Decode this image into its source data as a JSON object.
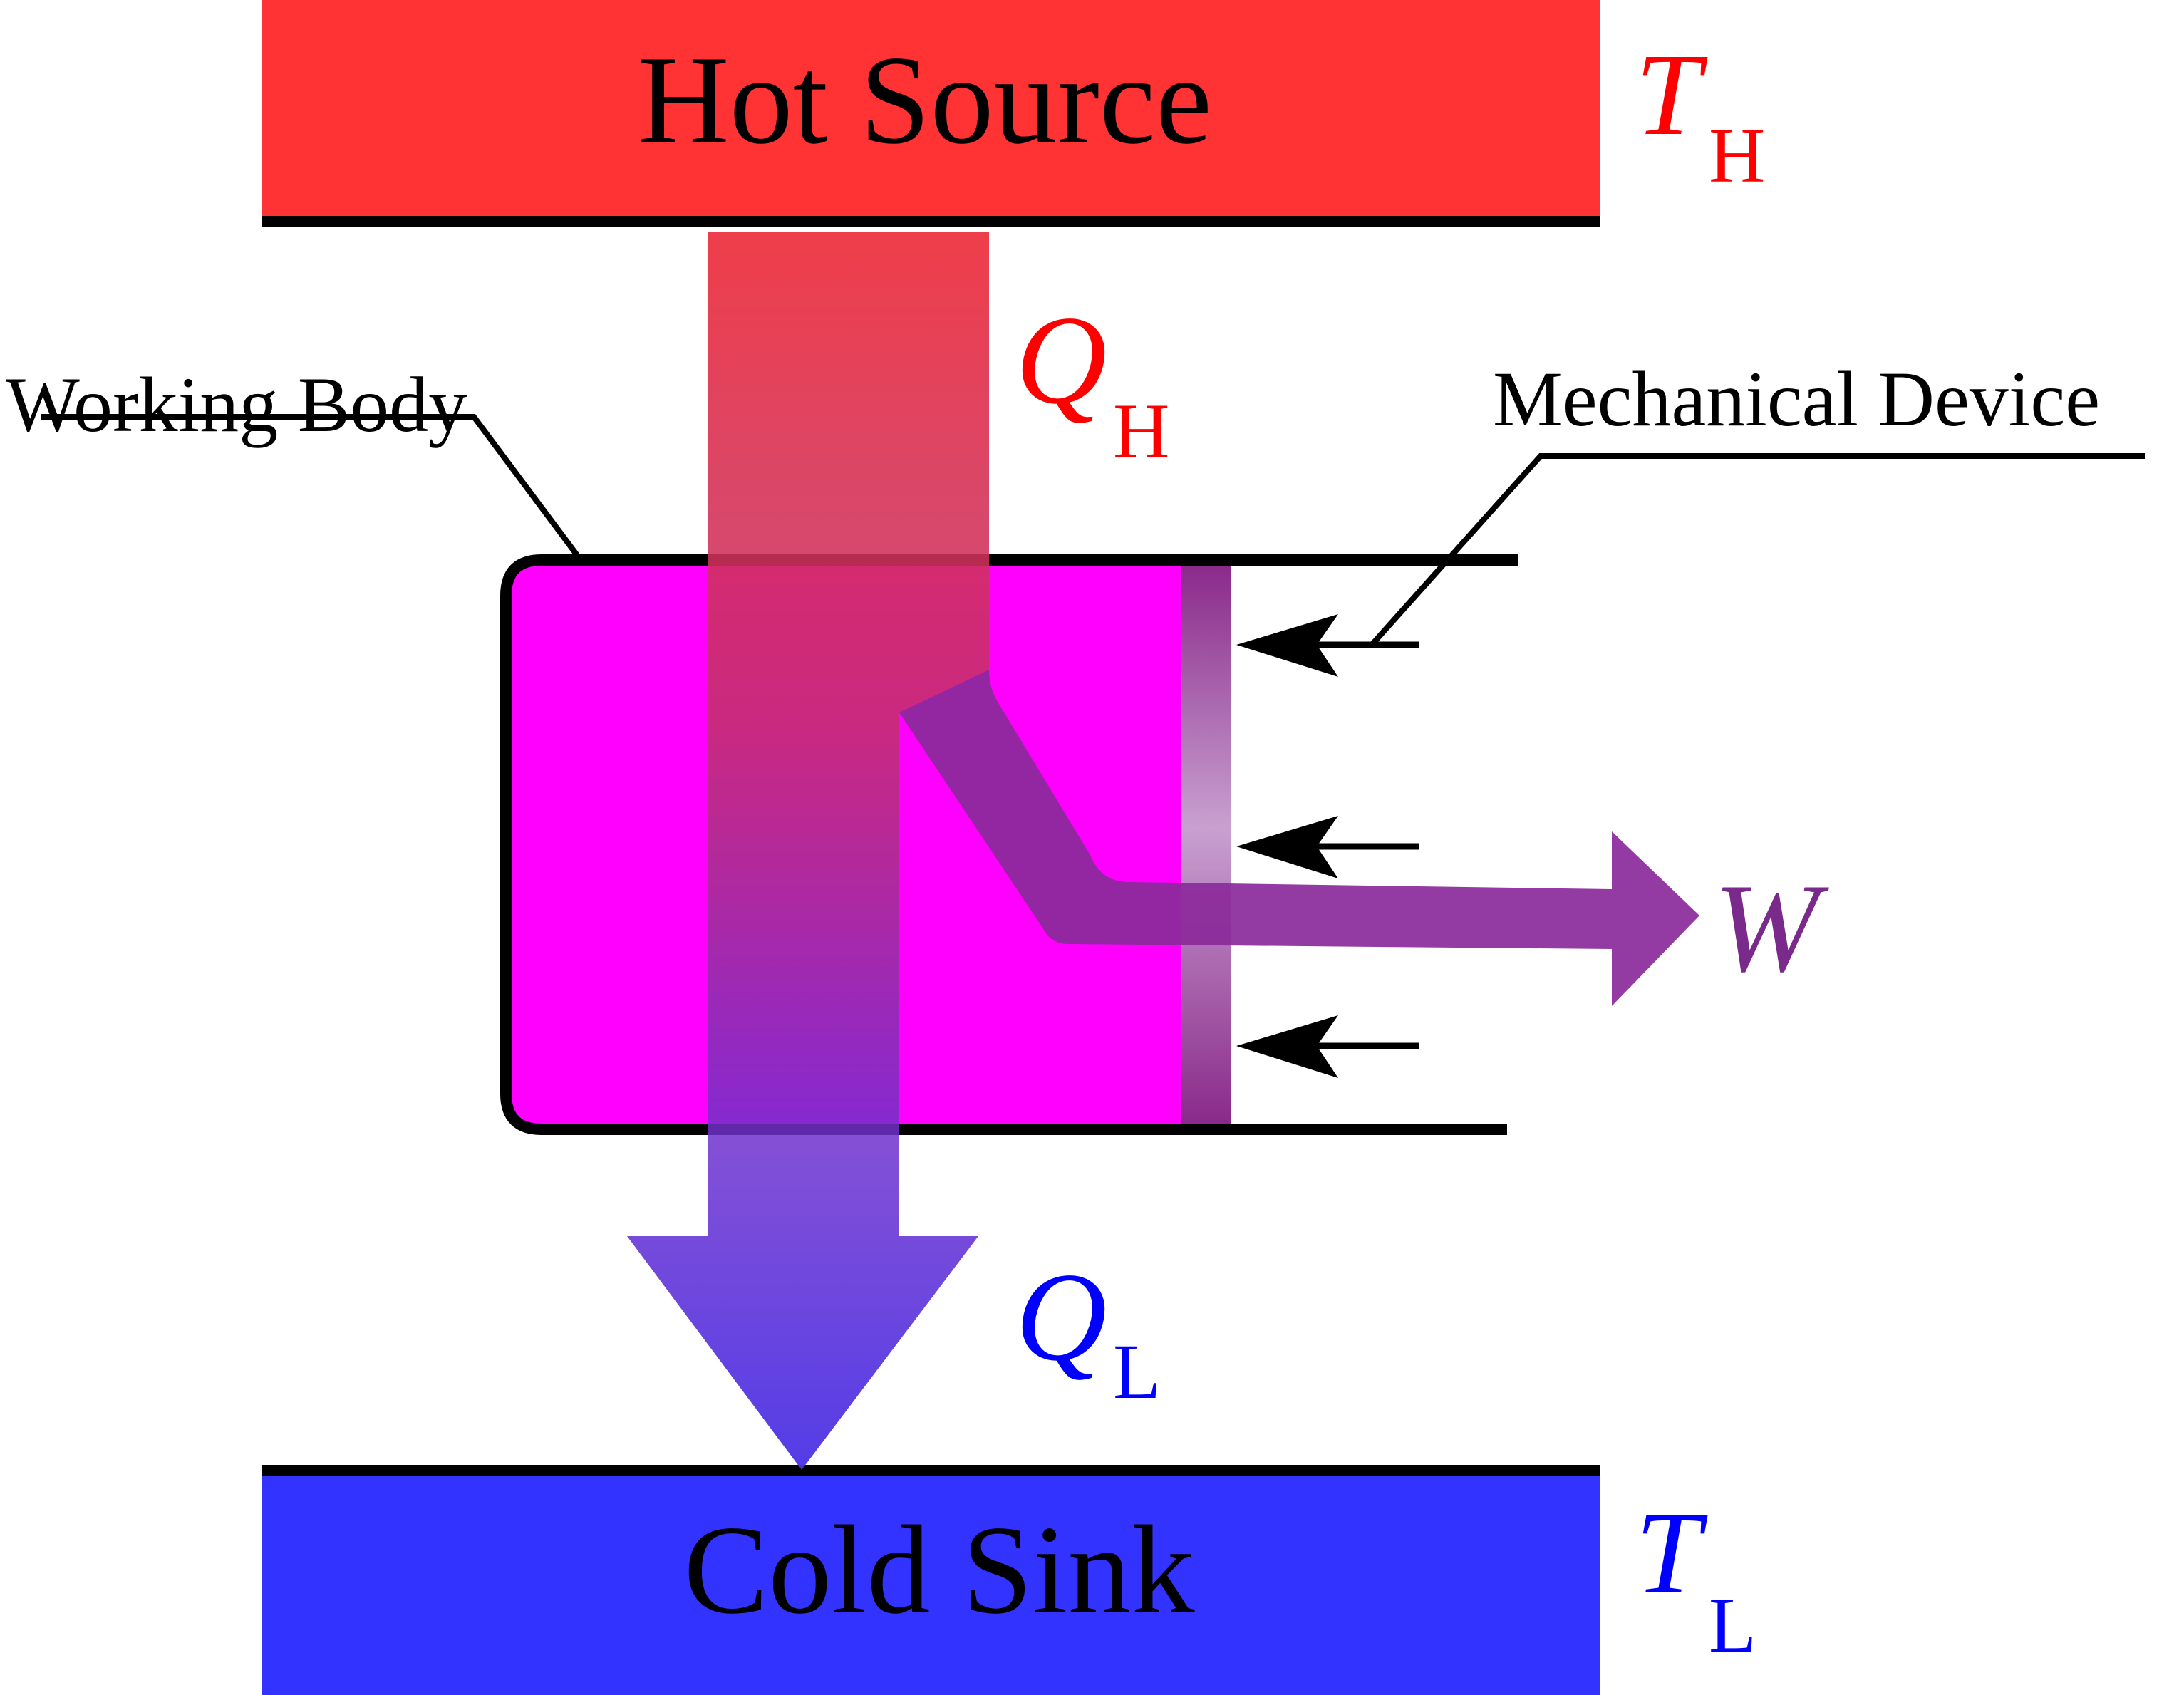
{
  "hot_source": {
    "label": "Hot Source",
    "color": "#ff3333"
  },
  "cold_sink": {
    "label": "Cold Sink",
    "color": "#3333ff"
  },
  "working_body": {
    "label": "Working Body",
    "fill": "#ff00ff"
  },
  "mechanical_device": {
    "label": "Mechanical Device"
  },
  "symbols": {
    "t_hot": {
      "main": "T",
      "sub": "H",
      "color": "#ff0000"
    },
    "t_cold": {
      "main": "T",
      "sub": "L",
      "color": "#0000ff"
    },
    "q_hot": {
      "main": "Q",
      "sub": "H",
      "color": "#ff0000"
    },
    "q_cold": {
      "main": "Q",
      "sub": "L",
      "color": "#0000ff"
    },
    "work": {
      "main": "W",
      "color": "#7a2a8a"
    }
  },
  "colors": {
    "heat_in": "#e03040",
    "heat_out": "#4a30e0",
    "work_arrow": "#8a2a9a",
    "piston": "#8a2a8a",
    "outline": "#000000"
  }
}
